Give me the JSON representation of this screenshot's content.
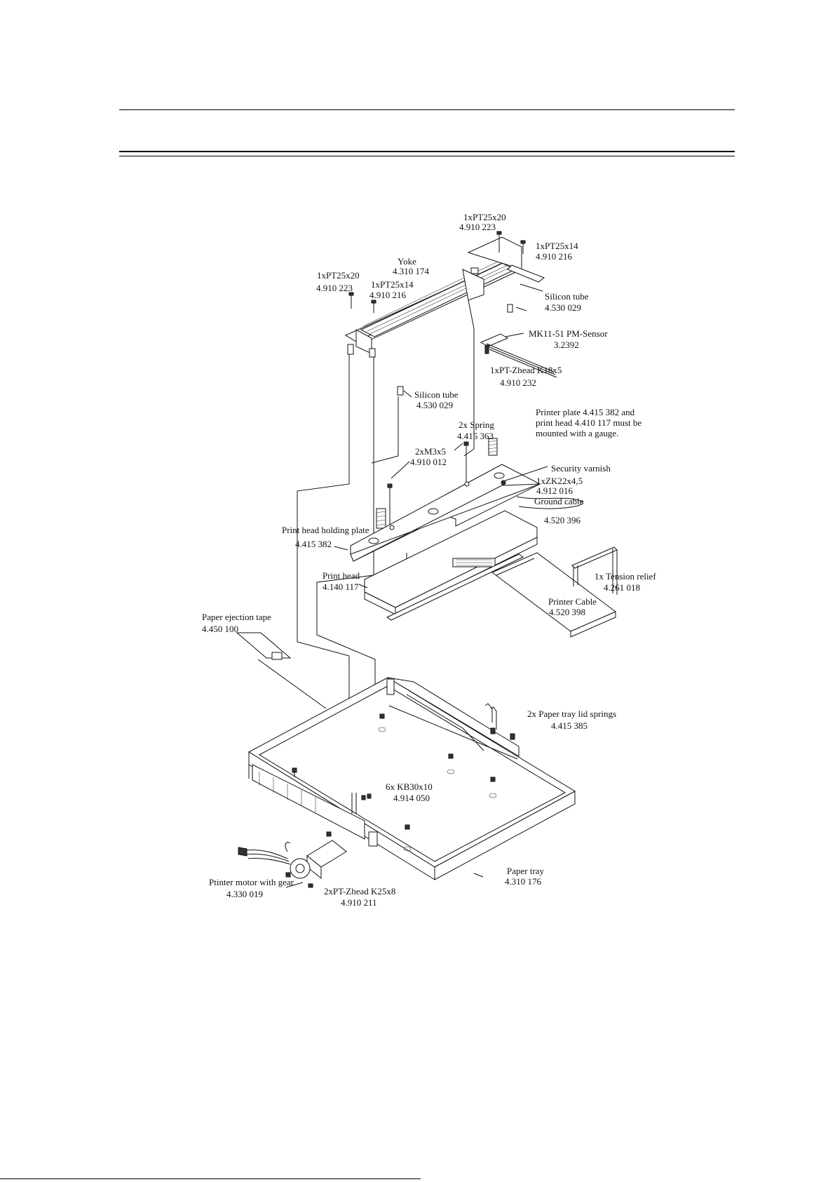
{
  "labels": {
    "pt2520_top": [
      "1xPT25x20",
      "4.910 223"
    ],
    "pt2514_top": [
      "1xPT25x14",
      "4.910 216"
    ],
    "yoke": [
      "Yoke",
      "4.310 174"
    ],
    "pt2520_left": [
      "1xPT25x20",
      "4.910 223"
    ],
    "pt2514_left": [
      "1xPT25x14",
      "4.910 216"
    ],
    "silicon_tube_top": [
      "Silicon tube",
      "4.530 029"
    ],
    "pm_sensor": [
      "MK11-51 PM-Sensor",
      "3.2392"
    ],
    "zhead_k18": [
      "1xPT-Zhead K18x5",
      "4.910 232"
    ],
    "silicon_tube_mid": [
      "Silicon tube",
      "4.530 029"
    ],
    "note": [
      "Printer plate 4.415 382 and",
      "print head 4.410 117 must be",
      "mounted with a gauge."
    ],
    "spring": [
      "2x Spring",
      "4.415 363"
    ],
    "m3x5": [
      "2xM3x5",
      "4.910 012"
    ],
    "security_varnish": [
      "Security varnish"
    ],
    "zk22": [
      "1xZK22x4,5",
      "4.912 016"
    ],
    "ground_cable": [
      "Ground cable",
      "4.520 396"
    ],
    "holding_plate": [
      "Print head holding plate",
      "4.415 382"
    ],
    "print_head": [
      "Print head",
      "4.140 117"
    ],
    "tension_relief": [
      "1x Tension relief",
      "4.261 018"
    ],
    "printer_cable": [
      "Printer Cable",
      "4.520 398"
    ],
    "ejection_tape": [
      "Paper ejection tape",
      "4.450 100"
    ],
    "lid_springs": [
      "2x Paper tray lid springs",
      "4.415 385"
    ],
    "kb30": [
      "6x KB30x10",
      "4.914 050"
    ],
    "motor": [
      "Ptinter motor with gear",
      "4.330 019"
    ],
    "zhead_k25": [
      "2xPT-Zhead K25x8",
      "4.910 211"
    ],
    "paper_tray": [
      "Paper tray",
      "4.310 176"
    ]
  }
}
